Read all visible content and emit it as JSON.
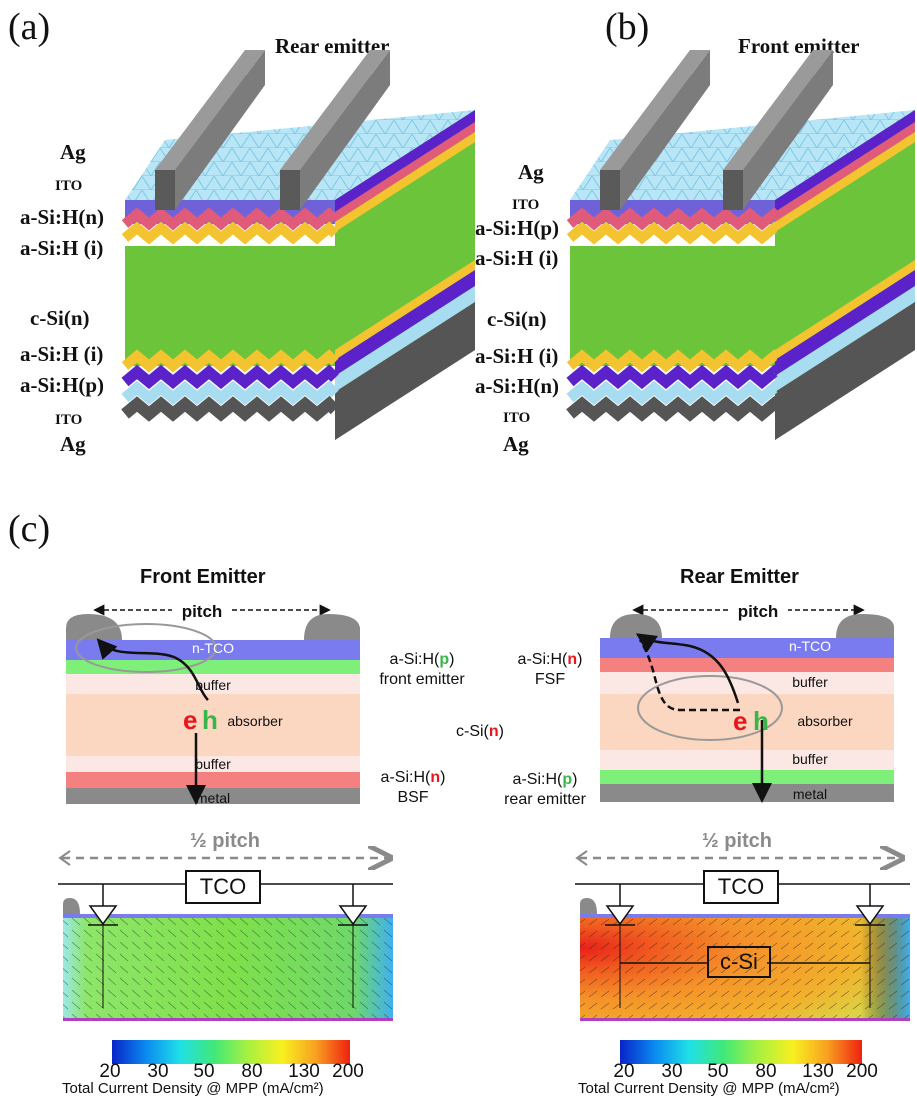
{
  "panel_a": {
    "letter": "(a)",
    "title": "Rear emitter",
    "layers": [
      "Ag",
      "ITO",
      "a-Si:H(n)",
      "a-Si:H (i)",
      "c-Si(n)",
      "a-Si:H (i)",
      "a-Si:H(p)",
      "ITO",
      "Ag"
    ]
  },
  "panel_b": {
    "letter": "(b)",
    "title": "Front emitter",
    "layers": [
      "Ag",
      "ITO",
      "a-Si:H(p)",
      "a-Si:H (i)",
      "c-Si(n)",
      "a-Si:H (i)",
      "a-Si:H(n)",
      "ITO",
      "Ag"
    ]
  },
  "panel_c": {
    "letter": "(c)",
    "front": {
      "title": "Front Emitter",
      "pitch": "pitch",
      "layers": {
        "tco": "n-TCO",
        "buffer_top": "buffer",
        "absorber": "absorber",
        "buffer_bottom": "buffer",
        "metal": "metal"
      },
      "carriers": {
        "e": "e",
        "h": "h"
      },
      "emitter_label": {
        "prefix": "a-Si:H(",
        "dopant": "p",
        "suffix": ")",
        "line2": "front emitter"
      },
      "bsf_label": {
        "prefix": "a-Si:H(",
        "dopant": "n",
        "suffix": ")",
        "line2": "BSF"
      },
      "half_pitch": "½ pitch",
      "tco_box": "TCO",
      "colorbar": {
        "ticks": [
          "20",
          "30",
          "50",
          "80",
          "130",
          "200"
        ],
        "caption": "Total Current Density @ MPP (mA/cm²)"
      }
    },
    "center_label": {
      "prefix": "c-Si(",
      "dopant": "n",
      "suffix": ")"
    },
    "rear": {
      "title": "Rear Emitter",
      "pitch": "pitch",
      "layers": {
        "tco": "n-TCO",
        "buffer_top": "buffer",
        "absorber": "absorber",
        "buffer_bottom": "buffer",
        "metal": "metal"
      },
      "carriers": {
        "e": "e",
        "h": "h"
      },
      "fsf_label": {
        "prefix": "a-Si:H(",
        "dopant": "n",
        "suffix": ")",
        "line2": "FSF"
      },
      "emitter_label": {
        "prefix": "a-Si:H(",
        "dopant": "p",
        "suffix": ")",
        "line2": "rear emitter"
      },
      "half_pitch": "½ pitch",
      "tco_box": "TCO",
      "csi_box": "c-Si",
      "colorbar": {
        "ticks": [
          "20",
          "30",
          "50",
          "80",
          "130",
          "200"
        ],
        "caption": "Total Current Density @ MPP (mA/cm²)"
      }
    }
  },
  "colors": {
    "tco": "#7b7bf0",
    "p_layer": "#7ef07a",
    "n_layer": "#f48080",
    "buffer": "#fbe7e4",
    "absorber": "#fbd6c0",
    "metal": "#8a8a8a",
    "csi_green": "#6cc43a",
    "ito_blue": "#a8dcf0",
    "i_yellow": "#f4c430",
    "purple": "#5a22c8"
  }
}
